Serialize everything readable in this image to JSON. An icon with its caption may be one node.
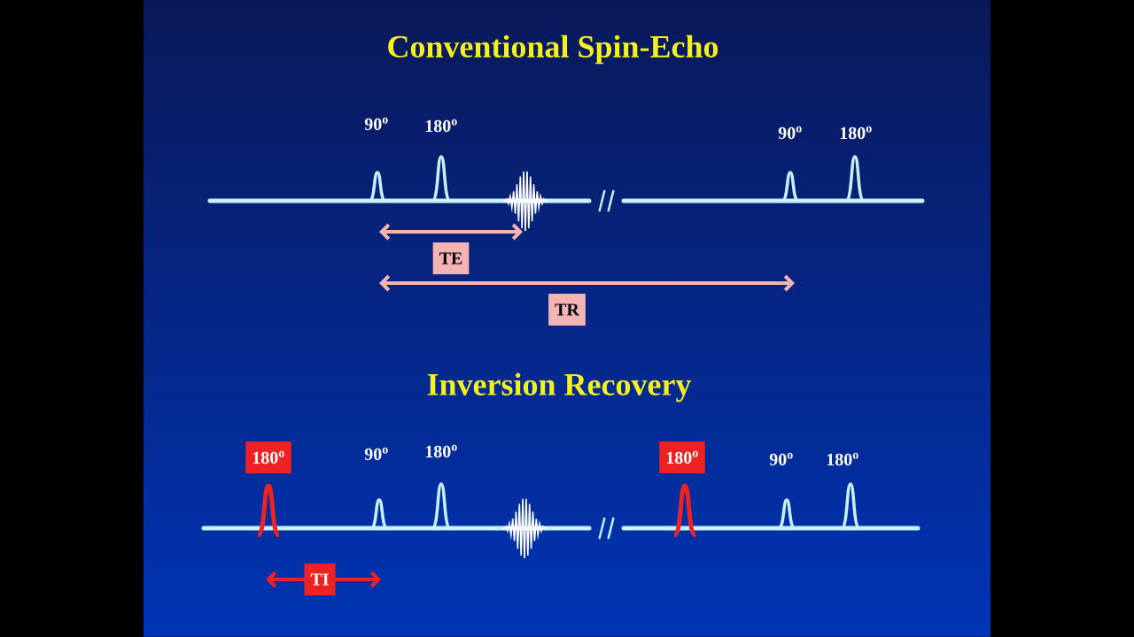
{
  "diagram": {
    "title": "Conventional Spin-Echo",
    "nodes": [
      {
        "text": [
          "TE"
        ]
      },
      {
        "text": [
          "TR"
        ]
      },
      {
        "text": [
          "180$^{o}$"
        ]
      },
      {
        "text": [
          "180$^{o}$"
        ]
      },
      {
        "text": [
          "TI"
        ]
      }
    ],
    "labels": [
      "90$^{o}$",
      "180$^{o}$",
      "90$^{o}$",
      "180$^{o}$",
      "Inversion Recovery",
      "90$^{o}$",
      "180$^{o}$",
      "90$^{o}$",
      "180$^{o}$"
    ]
  }
}
